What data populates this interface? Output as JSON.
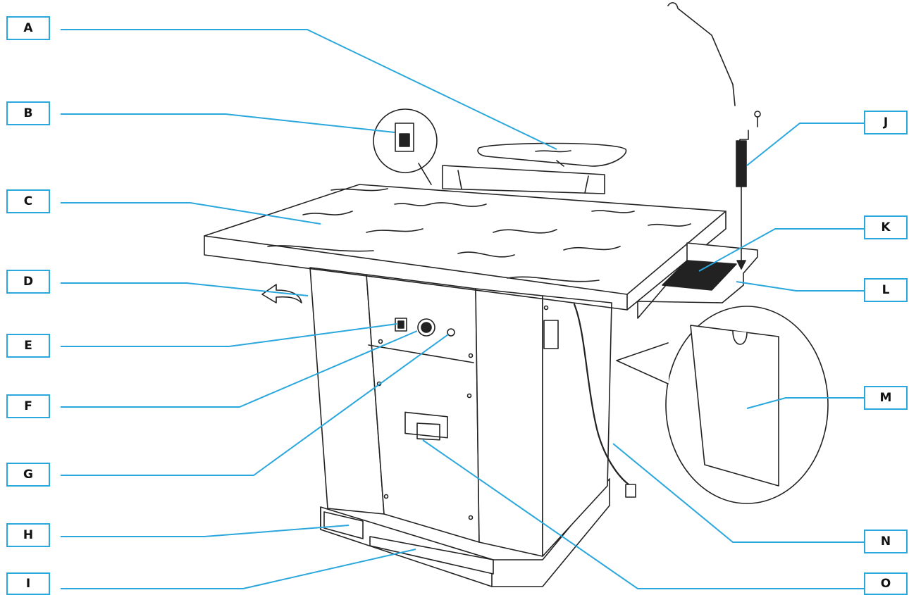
{
  "callout_color": "#2aa7dc",
  "line_color": "#222222",
  "labels": {
    "A": "A",
    "B": "B",
    "C": "C",
    "D": "D",
    "E": "E",
    "F": "F",
    "G": "G",
    "H": "H",
    "I": "I",
    "J": "J",
    "K": "K",
    "L": "L",
    "M": "M",
    "N": "N",
    "O": "O"
  }
}
